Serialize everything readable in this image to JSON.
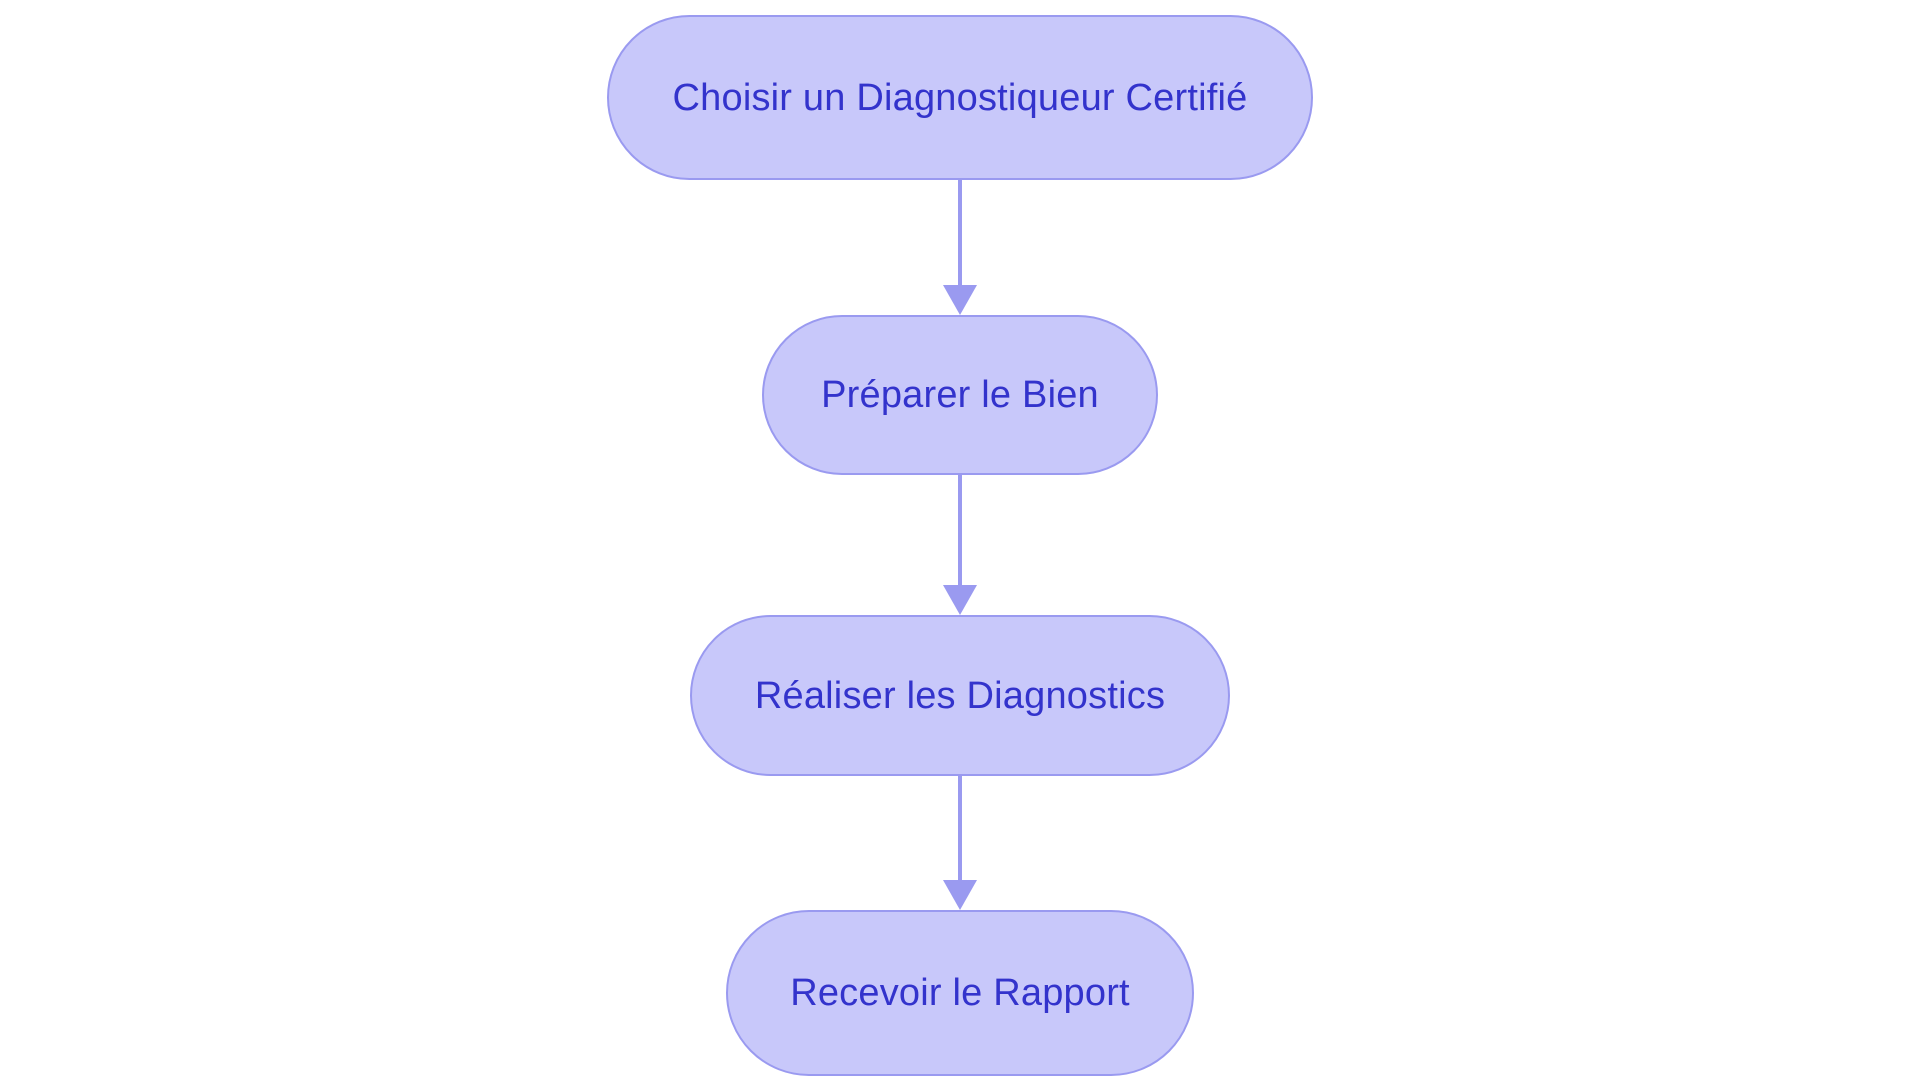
{
  "diagram": {
    "type": "flowchart",
    "orientation": "top-to-bottom",
    "background_color": "#ffffff",
    "node_fill_color": "#c8c8fa",
    "node_border_color": "#9a9af0",
    "node_text_color": "#3333cc",
    "connector_color": "#9a9af0",
    "node_shape": "stadium",
    "nodes": [
      {
        "id": "node-1",
        "label": "Choisir un Diagnostiqueur Certifié"
      },
      {
        "id": "node-2",
        "label": "Préparer le Bien"
      },
      {
        "id": "node-3",
        "label": "Réaliser les Diagnostics"
      },
      {
        "id": "node-4",
        "label": "Recevoir le Rapport"
      }
    ],
    "edges": [
      {
        "id": "edge-1",
        "from": "node-1",
        "to": "node-2",
        "label": "",
        "arrowhead": "triangle"
      },
      {
        "id": "edge-2",
        "from": "node-2",
        "to": "node-3",
        "label": "",
        "arrowhead": "triangle"
      },
      {
        "id": "edge-3",
        "from": "node-3",
        "to": "node-4",
        "label": "",
        "arrowhead": "triangle"
      }
    ]
  }
}
